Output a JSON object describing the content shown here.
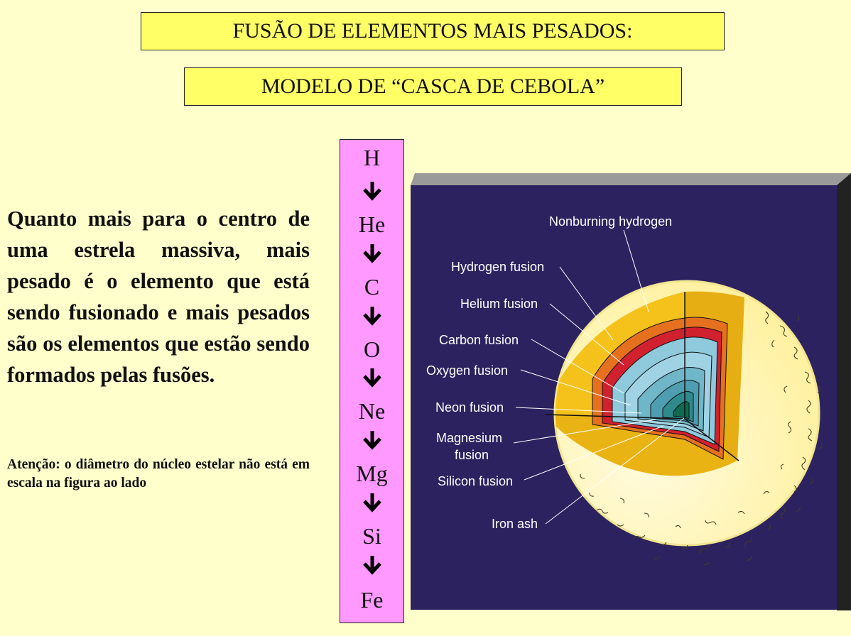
{
  "title1": "FUSÃO DE ELEMENTOS MAIS PESADOS:",
  "title2": "MODELO DE “CASCA DE CEBOLA”",
  "paragraph": "Quanto mais para o centro de uma estrela massiva, mais pesado é o elemento que está sendo fusionado e mais pesados são os elementos que estão sendo formados pelas fusões.",
  "note": "Atenção: o diâmetro do núcleo estelar não está em escala na figura ao lado",
  "elements": [
    "H",
    "He",
    "C",
    "O",
    "Ne",
    "Mg",
    "Si",
    "Fe"
  ],
  "diagram_labels": {
    "nonburning": "Nonburning hydrogen",
    "hydrogen": "Hydrogen fusion",
    "helium": "Helium fusion",
    "carbon": "Carbon fusion",
    "oxygen": "Oxygen fusion",
    "neon": "Neon fusion",
    "magnesium_1": "Magnesium",
    "magnesium_2": "fusion",
    "silicon": "Silicon fusion",
    "iron": "Iron ash"
  },
  "colors": {
    "background": "#ffffcc",
    "title_box": "#ffff66",
    "chain_box": "#ff99ff",
    "panel": "#2c2260",
    "star_surface": "#fff3a8",
    "hydrogen_layer": "#f5c21b",
    "helium_layer": "#e5711f",
    "carbon_layer": "#d1202e",
    "inner_core": "#8ec9dc"
  }
}
